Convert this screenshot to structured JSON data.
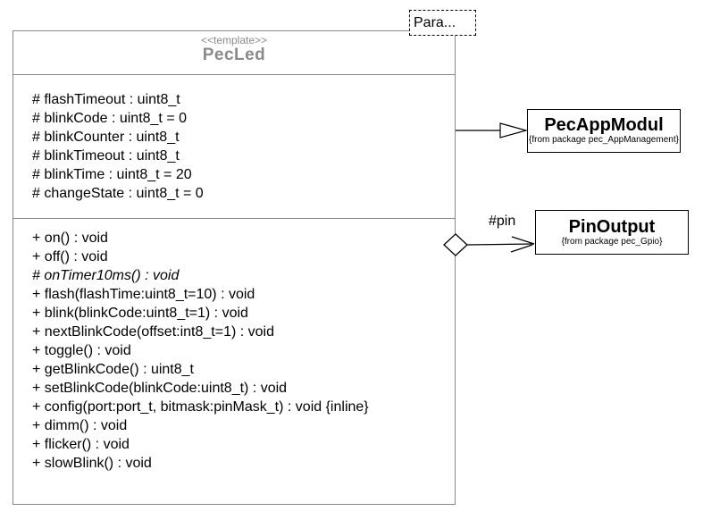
{
  "param": {
    "label": "Para..."
  },
  "pecled": {
    "stereotype": "<<template>>",
    "name": "PecLed",
    "attributes": [
      "# flashTimeout : uint8_t",
      "# blinkCode : uint8_t = 0",
      "# blinkCounter : uint8_t",
      "# blinkTimeout : uint8_t",
      "# blinkTime : uint8_t = 20",
      "# changeState : uint8_t = 0"
    ],
    "operations": [
      {
        "text": "+ on() : void",
        "italic": false
      },
      {
        "text": "+ off() : void",
        "italic": false
      },
      {
        "text": "# onTimer10ms() : void",
        "italic": true
      },
      {
        "text": "+ flash(flashTime:uint8_t=10) : void",
        "italic": false
      },
      {
        "text": "+ blink(blinkCode:uint8_t=1) : void",
        "italic": false
      },
      {
        "text": "+ nextBlinkCode(offset:int8_t=1) : void",
        "italic": false
      },
      {
        "text": "+ toggle() : void",
        "italic": false
      },
      {
        "text": "+ getBlinkCode() : uint8_t",
        "italic": false
      },
      {
        "text": "+ setBlinkCode(blinkCode:uint8_t) : void",
        "italic": false
      },
      {
        "text": "+ config(port:port_t, bitmask:pinMask_t) : void {inline}",
        "italic": false
      },
      {
        "text": "+ dimm() : void",
        "italic": false
      },
      {
        "text": "+ flicker() : void",
        "italic": false
      },
      {
        "text": "+ slowBlink() : void",
        "italic": false
      }
    ]
  },
  "pecappmodul": {
    "name": "PecAppModul",
    "package": "{from package pec_AppManagement}"
  },
  "pinoutput": {
    "name": "PinOutput",
    "package": "{from package pec_Gpio}"
  },
  "relations": {
    "pin_label": "#pin"
  },
  "colors": {
    "class_border": "#8a8a8a",
    "class_title_text": "#8a8a8a",
    "external_class_border": "#000000",
    "member_text": "#000000",
    "relation_line": "#000000",
    "background": "#ffffff"
  }
}
